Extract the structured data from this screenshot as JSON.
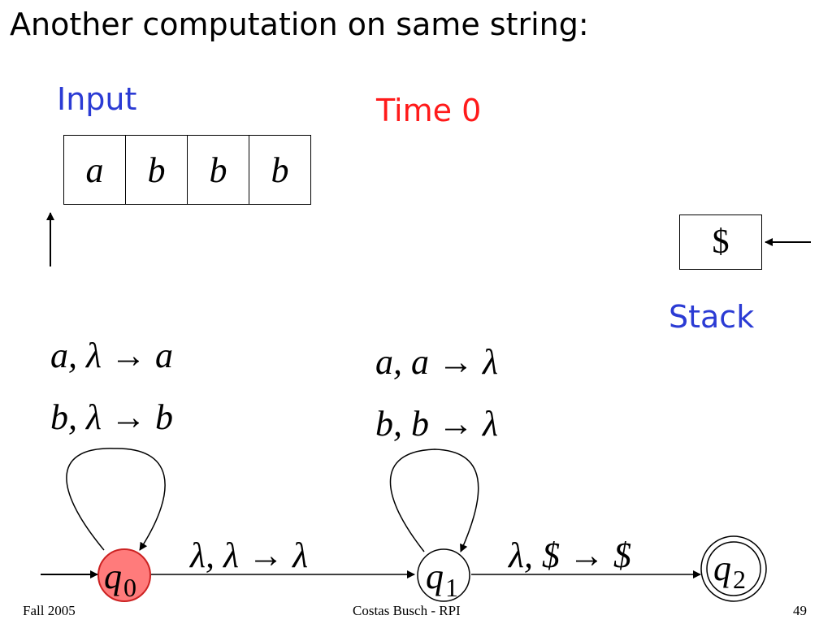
{
  "slide": {
    "title": "Another computation on same string:",
    "input_label": "Input",
    "time_label": "Time 0",
    "stack_label": "Stack",
    "tape": [
      "a",
      "b",
      "b",
      "b"
    ],
    "stack": [
      "$"
    ],
    "colors": {
      "label_blue": "#2b3bd4",
      "label_red": "#ff1a1a",
      "active_state_fill": "#ff7b7b",
      "active_state_stroke": "#cc2222"
    }
  },
  "automaton": {
    "states": [
      {
        "name": "q0",
        "base": "q",
        "sub": "0",
        "active": true,
        "accepting": false
      },
      {
        "name": "q1",
        "base": "q",
        "sub": "1",
        "active": false,
        "accepting": false
      },
      {
        "name": "q2",
        "base": "q",
        "sub": "2",
        "active": false,
        "accepting": true
      }
    ],
    "loops": {
      "q0": [
        "a, λ → a",
        "b, λ → b"
      ],
      "q1": [
        "a, a → λ",
        "b, b → λ"
      ]
    },
    "transitions": {
      "q0_q1": "λ, λ → λ",
      "q1_q2": "λ, $ → $"
    }
  },
  "footer": {
    "left": "Fall 2005",
    "center": "Costas Busch - RPI",
    "right": "49"
  }
}
